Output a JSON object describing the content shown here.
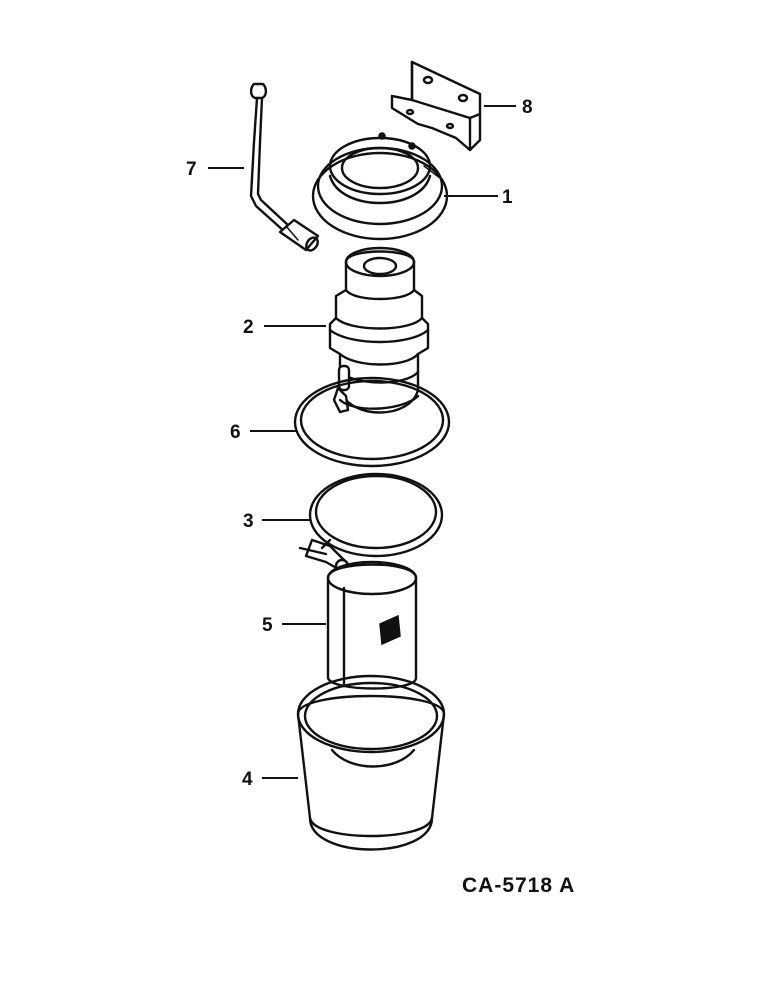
{
  "callouts": {
    "c1": "1",
    "c2": "2",
    "c3": "3",
    "c4": "4",
    "c5": "5",
    "c6": "6",
    "c7": "7",
    "c8": "8"
  },
  "drawing_code": "CA-5718 A"
}
